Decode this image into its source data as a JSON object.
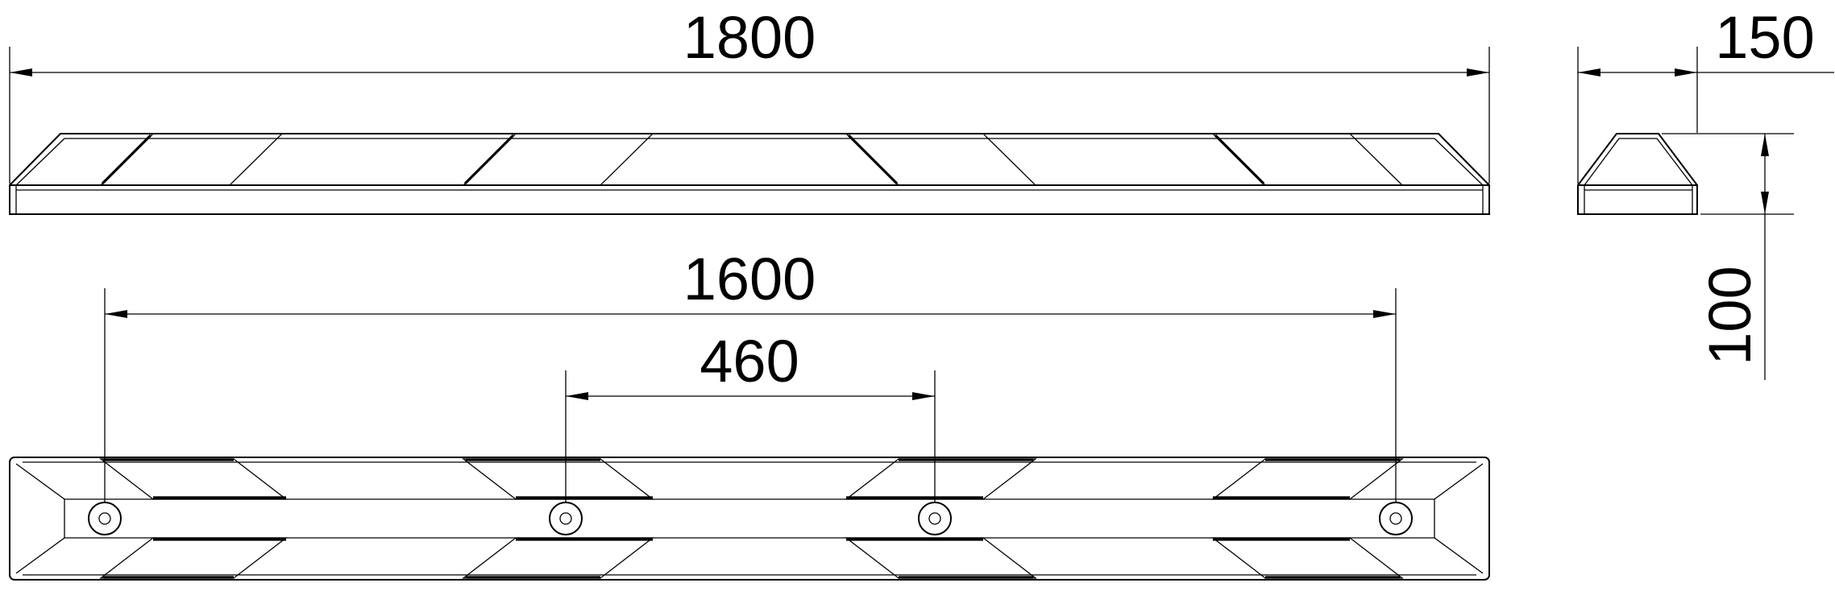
{
  "drawing": {
    "dimensions": {
      "overall_length": "1800",
      "width": "150",
      "height": "100",
      "hole_span": "1600",
      "inner_hole_span": "460"
    },
    "line_color": "#000000",
    "background": "#ffffff"
  }
}
